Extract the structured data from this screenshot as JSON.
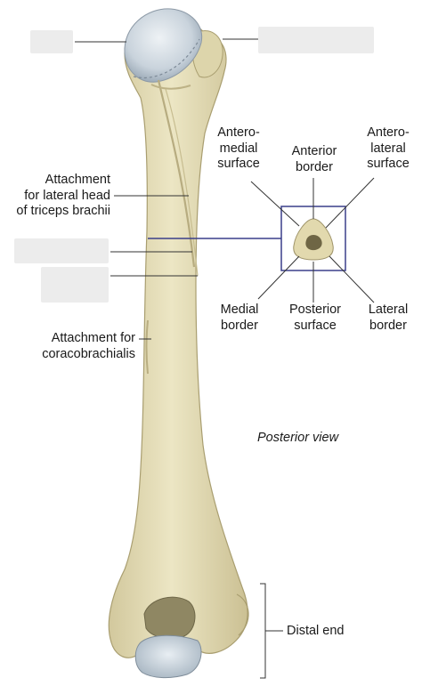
{
  "labels": {
    "anteromedial": "Antero-\nmedial\nsurface",
    "anterior_border": "Anterior\nborder",
    "anterolateral": "Antero-\nlateral\nsurface",
    "lateral_head": "Attachment\nfor lateral head\nof triceps brachii",
    "medial_border": "Medial\nborder",
    "posterior_surface": "Posterior\nsurface",
    "lateral_border": "Lateral\nborder",
    "coracobrachialis": "Attachment for\ncoracobrachialis",
    "view": "Posterior view",
    "distal_end": "Distal end"
  },
  "colors": {
    "bone": "#e6dfb8",
    "bone_shade": "#cfc59a",
    "cartilage": "#c8d4de",
    "line": "#333333",
    "section_frame": "#3a3f8a",
    "blank": "#ececec"
  }
}
